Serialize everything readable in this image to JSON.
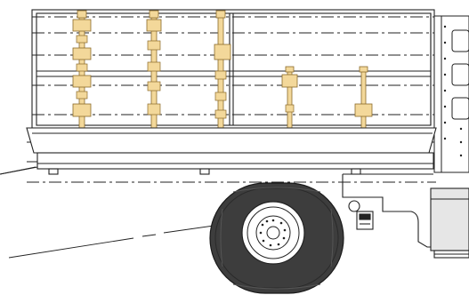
{
  "diagram": {
    "kind": "technical-line-drawing",
    "subject": "truck-bed-with-vertical-posts",
    "colors": {
      "background": "#ffffff",
      "line": "#222222",
      "highlight_fill": "#f3d89a",
      "highlight_stroke": "#8a6a2a",
      "tire": "#3d3d3d",
      "tire_tread": "#2a2a2a",
      "hub": "#ffffff",
      "tank_fill": "#e6e6e6"
    },
    "posts": [
      {
        "id": "post-1",
        "style": "tall-multi-block"
      },
      {
        "id": "post-2",
        "style": "tall-thin"
      },
      {
        "id": "post-3",
        "style": "tall-single-block"
      },
      {
        "id": "post-4",
        "style": "short-single-block"
      },
      {
        "id": "post-5",
        "style": "short-single-block"
      }
    ],
    "icons": [
      "wheel-icon",
      "hub-icon",
      "fuel-tank-icon",
      "cab-panel-icon"
    ]
  }
}
